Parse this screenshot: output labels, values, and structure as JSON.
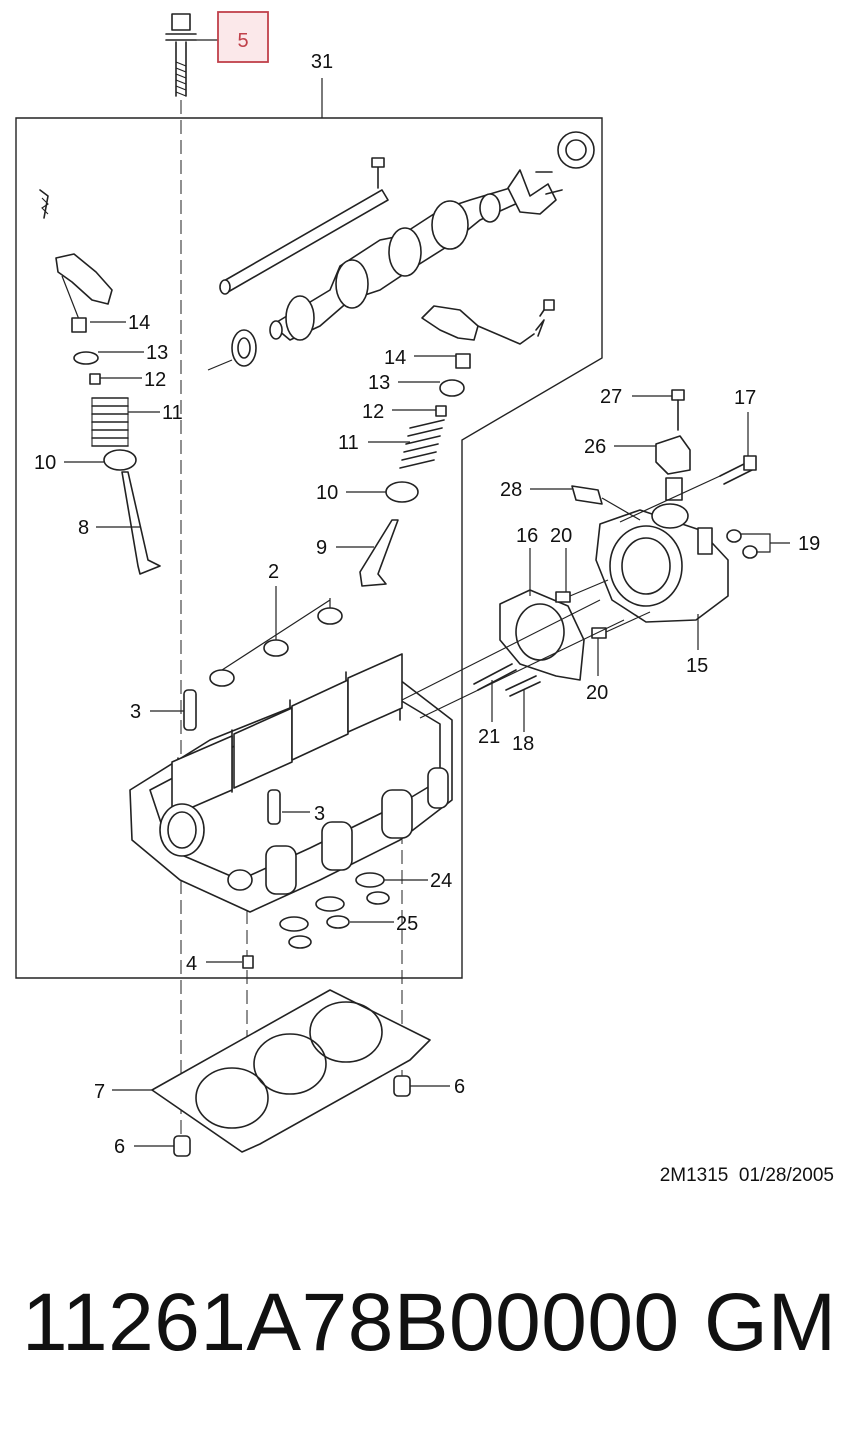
{
  "diagram": {
    "callouts": {
      "c5": "5",
      "c31": "31",
      "c14a": "14",
      "c13a": "13",
      "c12a": "12",
      "c11a": "11",
      "c10a": "10",
      "c8": "8",
      "c14b": "14",
      "c13b": "13",
      "c12b": "12",
      "c11b": "11",
      "c10b": "10",
      "c9": "9",
      "c27": "27",
      "c17": "17",
      "c26": "26",
      "c28": "28",
      "c16": "16",
      "c20a": "20",
      "c19": "19",
      "c15": "15",
      "c20b": "20",
      "c2": "2",
      "c3a": "3",
      "c3b": "3",
      "c21": "21",
      "c18": "18",
      "c24": "24",
      "c25": "25",
      "c4": "4",
      "c7": "7",
      "c6a": "6",
      "c6b": "6"
    },
    "highlighted_callout": "5",
    "highlight_color": "#c0404a",
    "drawing_reference": "2M1315  01/28/2005"
  },
  "footer": {
    "part_number": "11261A78B00000",
    "brand": "GM"
  }
}
